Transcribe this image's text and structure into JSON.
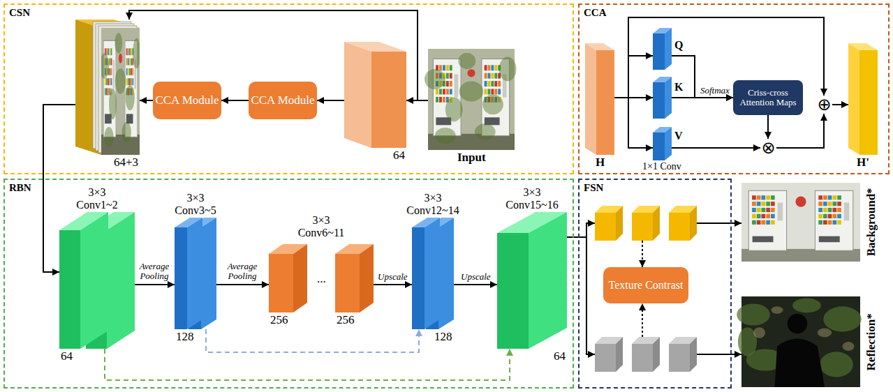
{
  "diagram": {
    "nodes": [
      {
        "text": [
          "CSN"
        ]
      },
      {
        "text": [
          "Input"
        ],
        "in": 0
      },
      {
        "text": [
          "64"
        ],
        "in": 0
      },
      {
        "text": [
          "CCA Module"
        ],
        "in": 0
      },
      {
        "text": [
          "CCA Module"
        ],
        "in": 0
      },
      {
        "text": [
          "64+3"
        ],
        "in": 0
      },
      {
        "text": [
          "CCA"
        ]
      },
      {
        "text": [
          "H"
        ],
        "in": 6
      },
      {
        "text": [
          "Q"
        ],
        "in": 6
      },
      {
        "text": [
          "K"
        ],
        "in": 6
      },
      {
        "text": [
          "V"
        ],
        "in": 6
      },
      {
        "text": [
          "Criss-cross Attention Maps"
        ],
        "in": 6
      },
      {
        "text": [
          "⊗"
        ],
        "in": 6
      },
      {
        "text": [
          "⊕"
        ],
        "in": 6
      },
      {
        "text": [
          "H'"
        ],
        "in": 6
      },
      {
        "text": [
          "RBN"
        ]
      },
      {
        "text": [
          "3×3 Conv1~2",
          "64"
        ],
        "in": 15
      },
      {
        "text": [
          "3×3 Conv3~5",
          "128"
        ],
        "in": 15
      },
      {
        "text": [
          "256"
        ],
        "in": 15
      },
      {
        "text": [
          "256"
        ],
        "in": 15
      },
      {
        "text": [
          "3×3 Conv12~14",
          "128"
        ],
        "in": 15
      },
      {
        "text": [
          "3×3 Conv15~16",
          "64"
        ],
        "in": 15
      },
      {
        "text": [
          "FSN"
        ]
      },
      {
        "text": [
          "Texture Contrast"
        ],
        "in": 22
      },
      {
        "text": [
          "Background*"
        ]
      },
      {
        "text": [
          "Reflection*"
        ]
      }
    ],
    "edges": [
      {
        "from": 1,
        "to": 2,
        "arrow": "to"
      },
      {
        "from": 2,
        "to": 3,
        "arrow": "to"
      },
      {
        "from": 3,
        "to": 4,
        "arrow": "to"
      },
      {
        "from": 4,
        "to": 5,
        "arrow": "to"
      },
      {
        "from": 1,
        "to": 5,
        "arrow": "to"
      },
      {
        "from": 5,
        "to": 16,
        "arrow": "to"
      },
      {
        "from": 7,
        "to": 8,
        "arrow": "to"
      },
      {
        "from": 7,
        "to": 9,
        "arrow": "to"
      },
      {
        "from": 7,
        "to": 10,
        "arrow": "to"
      },
      {
        "from": 7,
        "to": 13,
        "arrow": "to"
      },
      {
        "from": 8,
        "to": 11,
        "label": "Softmax",
        "arrow": "to"
      },
      {
        "from": 9,
        "to": 11,
        "arrow": "to"
      },
      {
        "from": 11,
        "to": 12,
        "arrow": "to"
      },
      {
        "from": 10,
        "to": 12,
        "arrow": "to"
      },
      {
        "from": 12,
        "to": 13,
        "arrow": "to"
      },
      {
        "from": 13,
        "to": 14,
        "arrow": "to"
      },
      {
        "from": 16,
        "to": 17,
        "label": "Average Pooling",
        "arrow": "to"
      },
      {
        "from": 17,
        "to": 18,
        "label": "Average Pooling",
        "arrow": "to"
      },
      {
        "from": 19,
        "to": 20,
        "label": "Upscale",
        "arrow": "to"
      },
      {
        "from": 20,
        "to": 21,
        "label": "Upscale",
        "arrow": "to"
      },
      {
        "from": 16,
        "to": 21,
        "arrow": "to"
      },
      {
        "from": 17,
        "to": 20,
        "arrow": "to"
      },
      {
        "from": 21,
        "to": 22,
        "arrow": "none"
      },
      {
        "from": 22,
        "to": 24,
        "arrow": "to"
      },
      {
        "from": 22,
        "to": 25,
        "arrow": "to"
      }
    ],
    "labels": [
      "3×3 Conv6~11",
      "...",
      "1×1 Conv"
    ]
  }
}
